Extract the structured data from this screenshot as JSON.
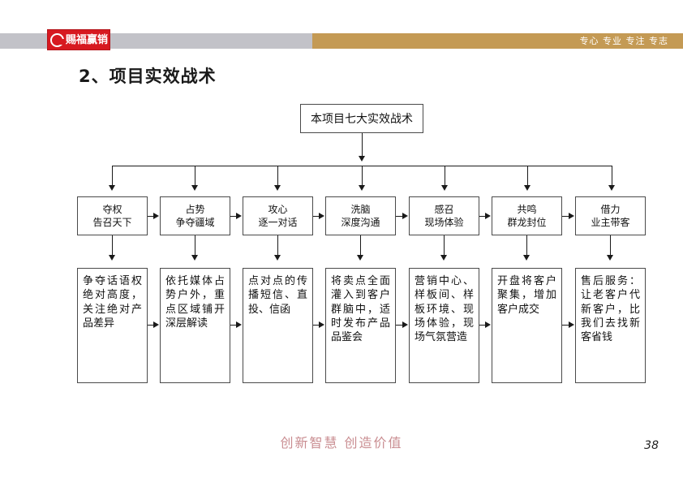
{
  "header": {
    "logo_text": "赐福赢销",
    "logo_icon": "circle-f-mark",
    "tagline": "专心 专业 专注 专志",
    "bar_gray_color": "#c2c2c8",
    "bar_gold_color": "#c49a54",
    "logo_color": "#d71920"
  },
  "title": "2、项目实效战术",
  "diagram": {
    "root": "本项目七大实效战术",
    "columns": [
      {
        "tactic_line1": "夺权",
        "tactic_line2": "告召天下",
        "detail": "争夺话语权绝对高度，关注绝对产品差异"
      },
      {
        "tactic_line1": "占势",
        "tactic_line2": "争夺疆域",
        "detail": "依托媒体占势户外，重点区域铺开深层解读"
      },
      {
        "tactic_line1": "攻心",
        "tactic_line2": "逐一对话",
        "detail": "点对点的传播短信、直投、信函"
      },
      {
        "tactic_line1": "洗脑",
        "tactic_line2": "深度沟通",
        "detail": "将卖点全面灌入到客户群脑中，适时发布产品品鉴会"
      },
      {
        "tactic_line1": "感召",
        "tactic_line2": "现场体验",
        "detail": "营销中心、样板间、样板环境、现场体验，现场气氛营造"
      },
      {
        "tactic_line1": "共鸣",
        "tactic_line2": "群龙封位",
        "detail": "开盘将客户聚集，增加客户成交"
      },
      {
        "tactic_line1": "借力",
        "tactic_line2": "业主带客",
        "detail": "售后服务：让老客户代新客户，比我们去找新客省钱"
      }
    ]
  },
  "footer": {
    "slogan": "创新智慧  创造价值",
    "slogan_color": "#c98d91",
    "page_number": "38"
  }
}
